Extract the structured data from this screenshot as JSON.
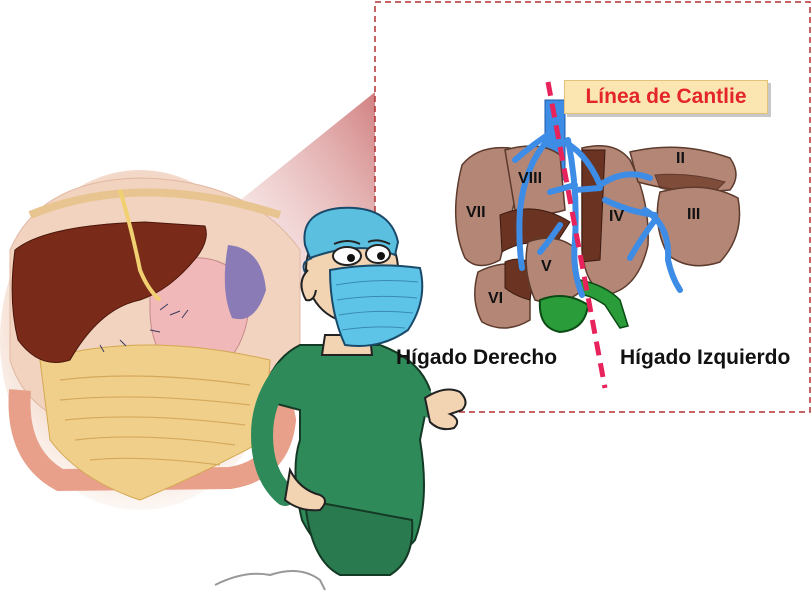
{
  "cantlie_line_label": "Línea de Cantlie",
  "right_liver_label": "Hígado Derecho",
  "left_liver_label": "Hígado Izquierdo",
  "segments": [
    "II",
    "III",
    "IV",
    "V",
    "VI",
    "VII",
    "VIII"
  ],
  "colors": {
    "liver": "#b48676",
    "liver_dark": "#6b3422",
    "vessel": "#3d8ce6",
    "gallbladder": "#2a9d3a",
    "cantlie_line": "#e8225a",
    "frame_border": "#b03030",
    "scrubs": "#2f8a5a",
    "mask": "#5dc4e8"
  }
}
